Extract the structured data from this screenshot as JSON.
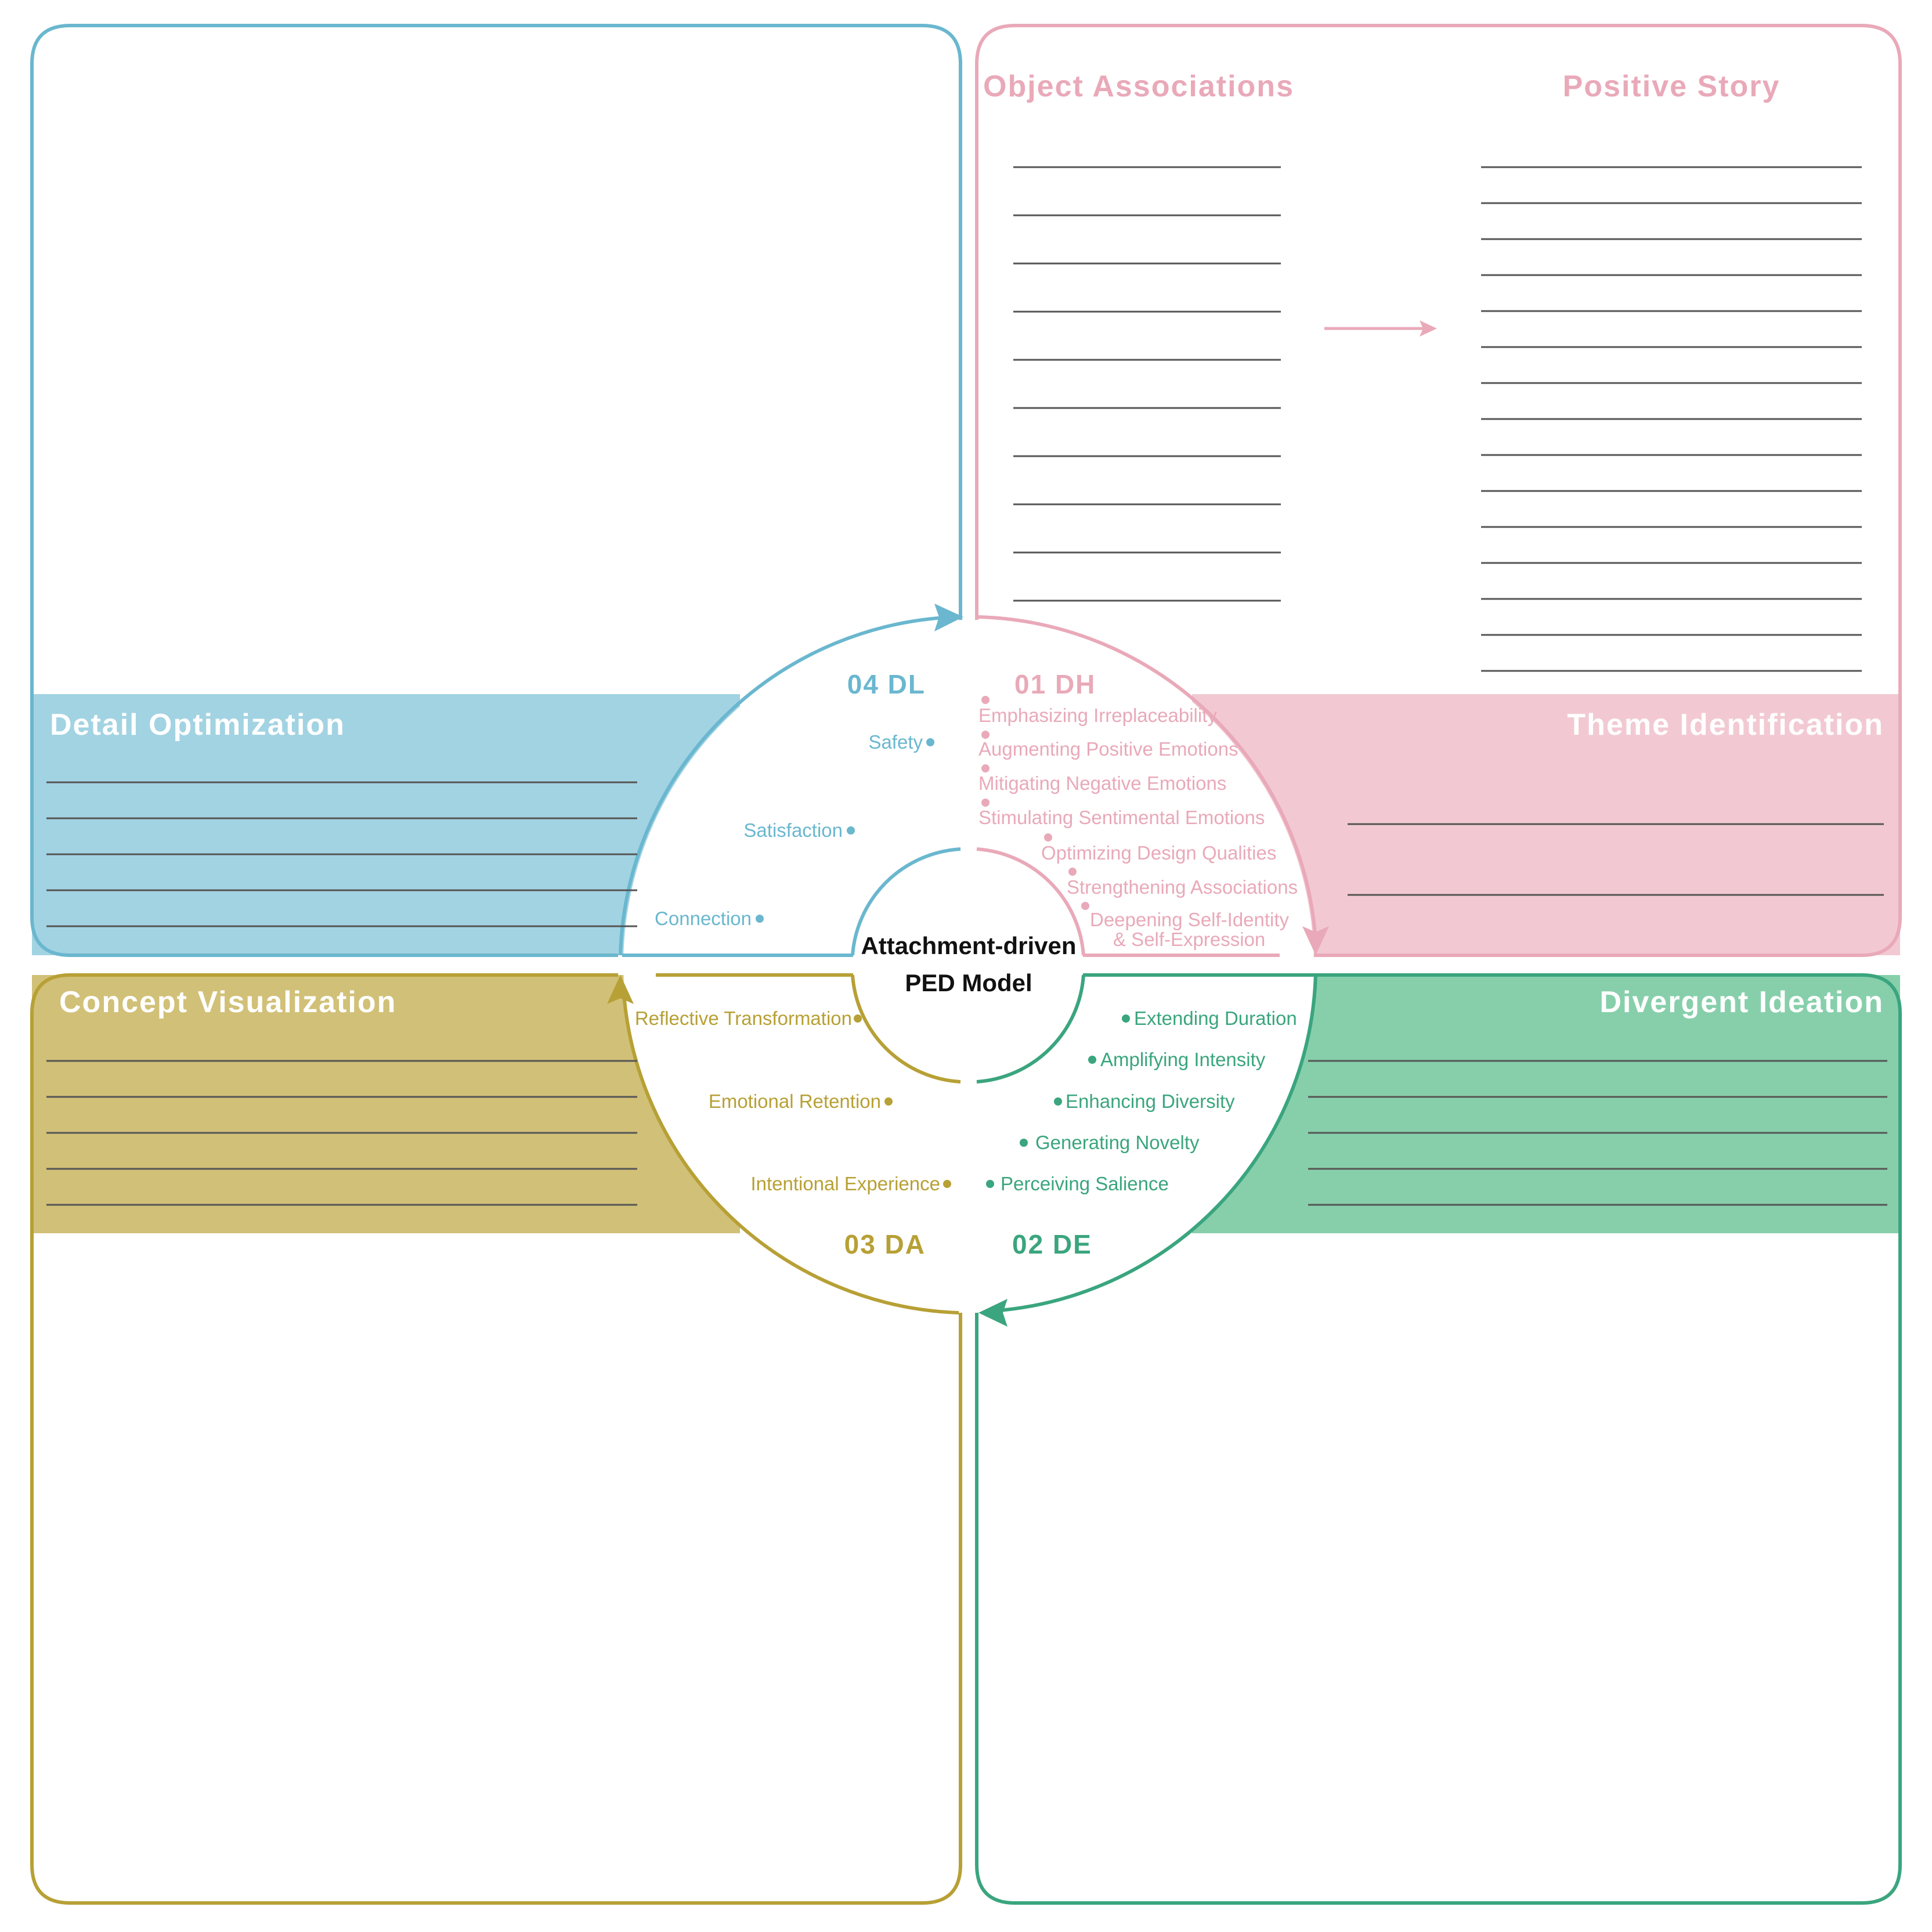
{
  "colors": {
    "blue": "#6AB7CF",
    "blue_fill": "#A2D3E2",
    "pink": "#E9A9B9",
    "pink_fill": "#F2C9D2",
    "gold": "#B7A035",
    "gold_fill": "#D1C077",
    "green": "#3AA57E",
    "green_fill": "#87CFAB",
    "line": "#555555"
  },
  "center": {
    "line1": "Attachment-driven",
    "line2": "PED Model"
  },
  "quadrants": {
    "dl": {
      "code": "04 DL",
      "panel_title": "Detail Optimization",
      "items": [
        "Safety",
        "Satisfaction",
        "Connection"
      ]
    },
    "dh": {
      "code": "01 DH",
      "panel_title": "Theme Identification",
      "col1_title": "Object Associations",
      "col2_title": "Positive Story",
      "items": [
        "Emphasizing Irreplaceability",
        "Augmenting Positive Emotions",
        "Mitigating Negative Emotions",
        "Stimulating Sentimental Emotions",
        "Optimizing Design Qualities",
        "Strengthening Associations",
        "Deepening Self-Identity",
        "& Self-Expression"
      ]
    },
    "da": {
      "code": "03 DA",
      "panel_title": "Concept Visualization",
      "items": [
        "Reflective Transformation",
        "Emotional Retention",
        "Intentional Experience"
      ]
    },
    "de": {
      "code": "02 DE",
      "panel_title": "Divergent Ideation",
      "items": [
        "Extending Duration",
        "Amplifying Intensity",
        "Enhancing Diversity",
        "Generating Novelty",
        "Perceiving Salience"
      ]
    }
  }
}
